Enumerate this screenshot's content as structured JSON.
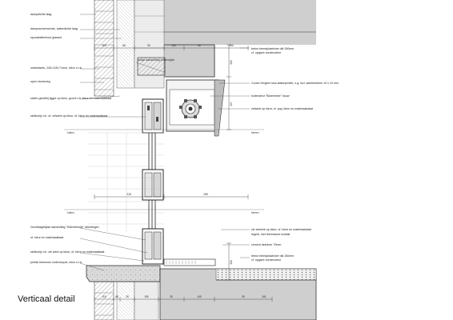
{
  "caption": "Verticaal detail",
  "labels_left": [
    "dampdichte laag",
    "damposchermende, waterdichte laag",
    "spouwlattenhout glaswol",
    "metselwerk, 240×115×71mm, kleur n.t.b.",
    "open stootvoeg",
    "stalen gevelbij ligger op kleur, grond v.b. kleur en materiaalstaat",
    "stelkozijn v.b. of. zelwerk op kleur, of. kleur en materiaalstaat",
    "Geveldagelijkse aansluiting \"Klikmethode\" afmetingen",
    "of. kleur en materiaalstaat",
    "stelkozijn v.b. zie werk op kleur, of. kleur en materiaalstaat",
    "prefab betonnen onderdorpel, kleur n.t.b."
  ],
  "labels_right": [
    "beton breedplaatvloer dik 260mm",
    "cf. opgave constructeur",
    "Cones Vergeer stuc-stalenprofiel, n.g. incl. aanbeveelen 10 x 10 mm",
    "buitendeur \"Bloemheer\" bouw",
    "zelwerk op kleur, cf. opg. kleur en materiaalstaat",
    "zie zelwerk op kleur, of. kleur en materiaalstaat",
    "tegeld, met thermische isolatie",
    "cement dekvloer 70mm",
    "beton breedplaatvloer dik 260mm",
    "cf. opgave constructeur"
  ],
  "labels_hatch": [
    "kozijn-aansluiting bovenzijde"
  ],
  "zone_labels": {
    "outside_upper": "buiten",
    "inside_upper": "binnen",
    "outside_lower": "buiten",
    "inside_lower": "binnen"
  },
  "dims_top": [
    "115",
    "65",
    "90",
    "140",
    "60",
    "250"
  ],
  "dims_mid": [
    "215",
    "295"
  ],
  "dims_bottom": [
    "115",
    "65",
    "30",
    "150",
    "30",
    "140",
    "90",
    "341"
  ],
  "dims_vertical": [
    "215",
    "297",
    "310",
    "297"
  ]
}
